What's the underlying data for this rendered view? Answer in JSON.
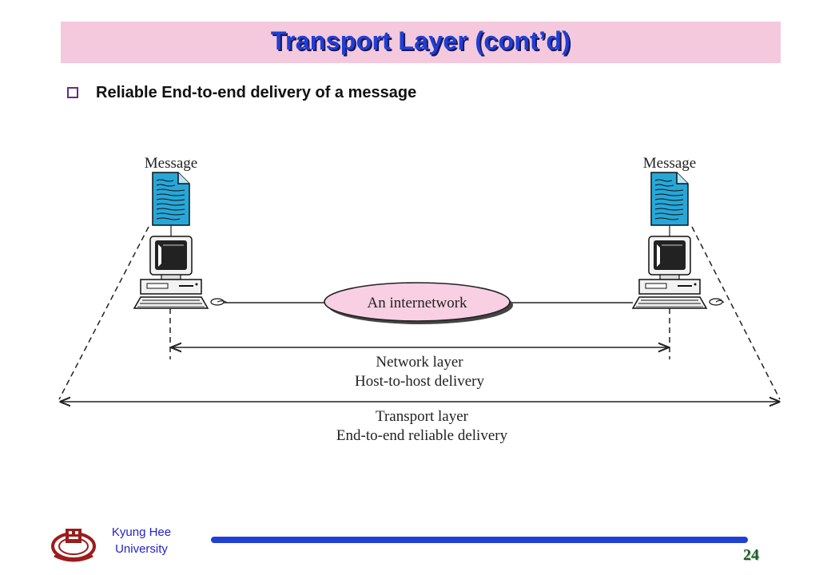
{
  "slide": {
    "title": "Transport Layer (cont’d)",
    "bullet": "Reliable End-to-end delivery of a message"
  },
  "diagram": {
    "left_message_label": "Message",
    "right_message_label": "Message",
    "cloud_label": "An internetwork",
    "network_layer_line1": "Network layer",
    "network_layer_line2": "Host-to-host delivery",
    "transport_layer_line1": "Transport layer",
    "transport_layer_line2": "End-to-end reliable delivery"
  },
  "footer": {
    "university_line1": "Kyung Hee",
    "university_line2": "University",
    "page_number": "24"
  },
  "colors": {
    "title_bar": "#f4c9dd",
    "title_text": "#1f3fd6",
    "cloud_fill": "#f8cfe3",
    "document_fill": "#27a7d8",
    "footer_bar": "#1f3fd6",
    "page_number": "#1c5c2a"
  },
  "icons": [
    "document-icon",
    "computer-icon",
    "university-logo-icon"
  ]
}
